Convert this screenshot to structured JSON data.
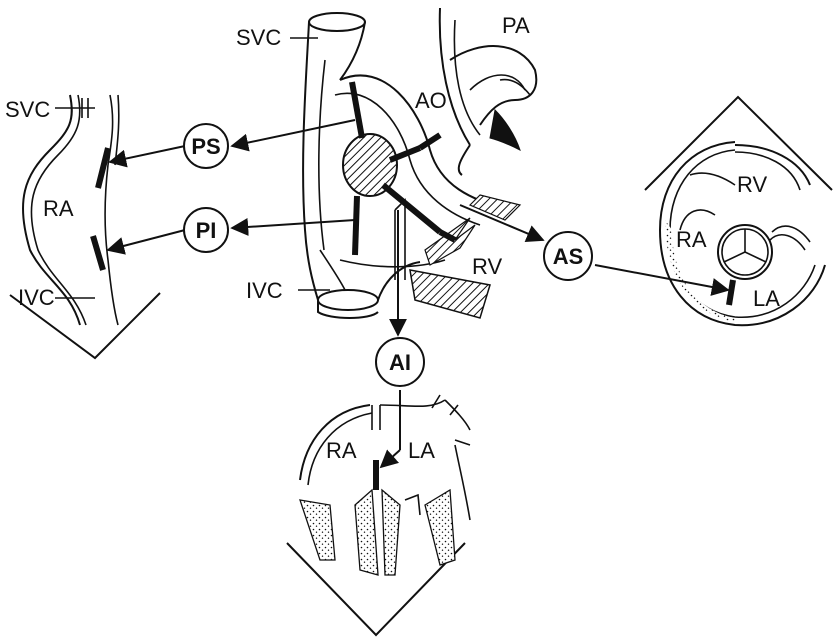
{
  "labels": {
    "svc_top": "SVC",
    "pa": "PA",
    "ao": "AO",
    "rv_center": "RV",
    "ivc_center": "IVC",
    "svc_left": "SVC",
    "ra_left": "RA",
    "ivc_left": "IVC",
    "rv_right": "RV",
    "ra_right": "RA",
    "la_right": "LA",
    "ra_bottom": "RA",
    "la_bottom": "LA"
  },
  "views": {
    "ps": "PS",
    "pi": "PI",
    "as": "AS",
    "ai": "AI"
  }
}
